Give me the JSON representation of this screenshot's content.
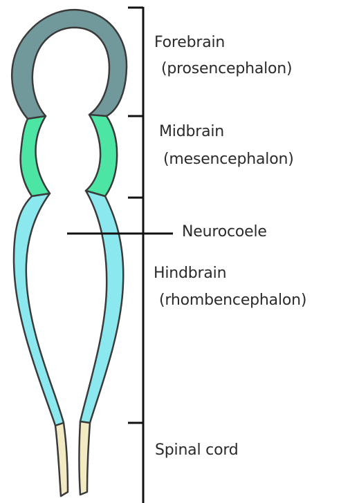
{
  "labels": {
    "forebrain": "Forebrain",
    "forebrain_sub": "(prosencephalon)",
    "midbrain": "Midbrain",
    "midbrain_sub": "(mesencephalon)",
    "neurocoele": "Neurocoele",
    "hindbrain": "Hindbrain",
    "hindbrain_sub": "(rhombencephalon)",
    "spinal_cord": "Spinal cord"
  },
  "colors": {
    "forebrain": "#71999b",
    "midbrain": "#4de5a3",
    "hindbrain": "#8be8ef",
    "spinal_cord": "#f1eac3",
    "outline": "#3a3a3a",
    "line": "#111111",
    "text": "#2a2a2a",
    "background": "#ffffff"
  }
}
